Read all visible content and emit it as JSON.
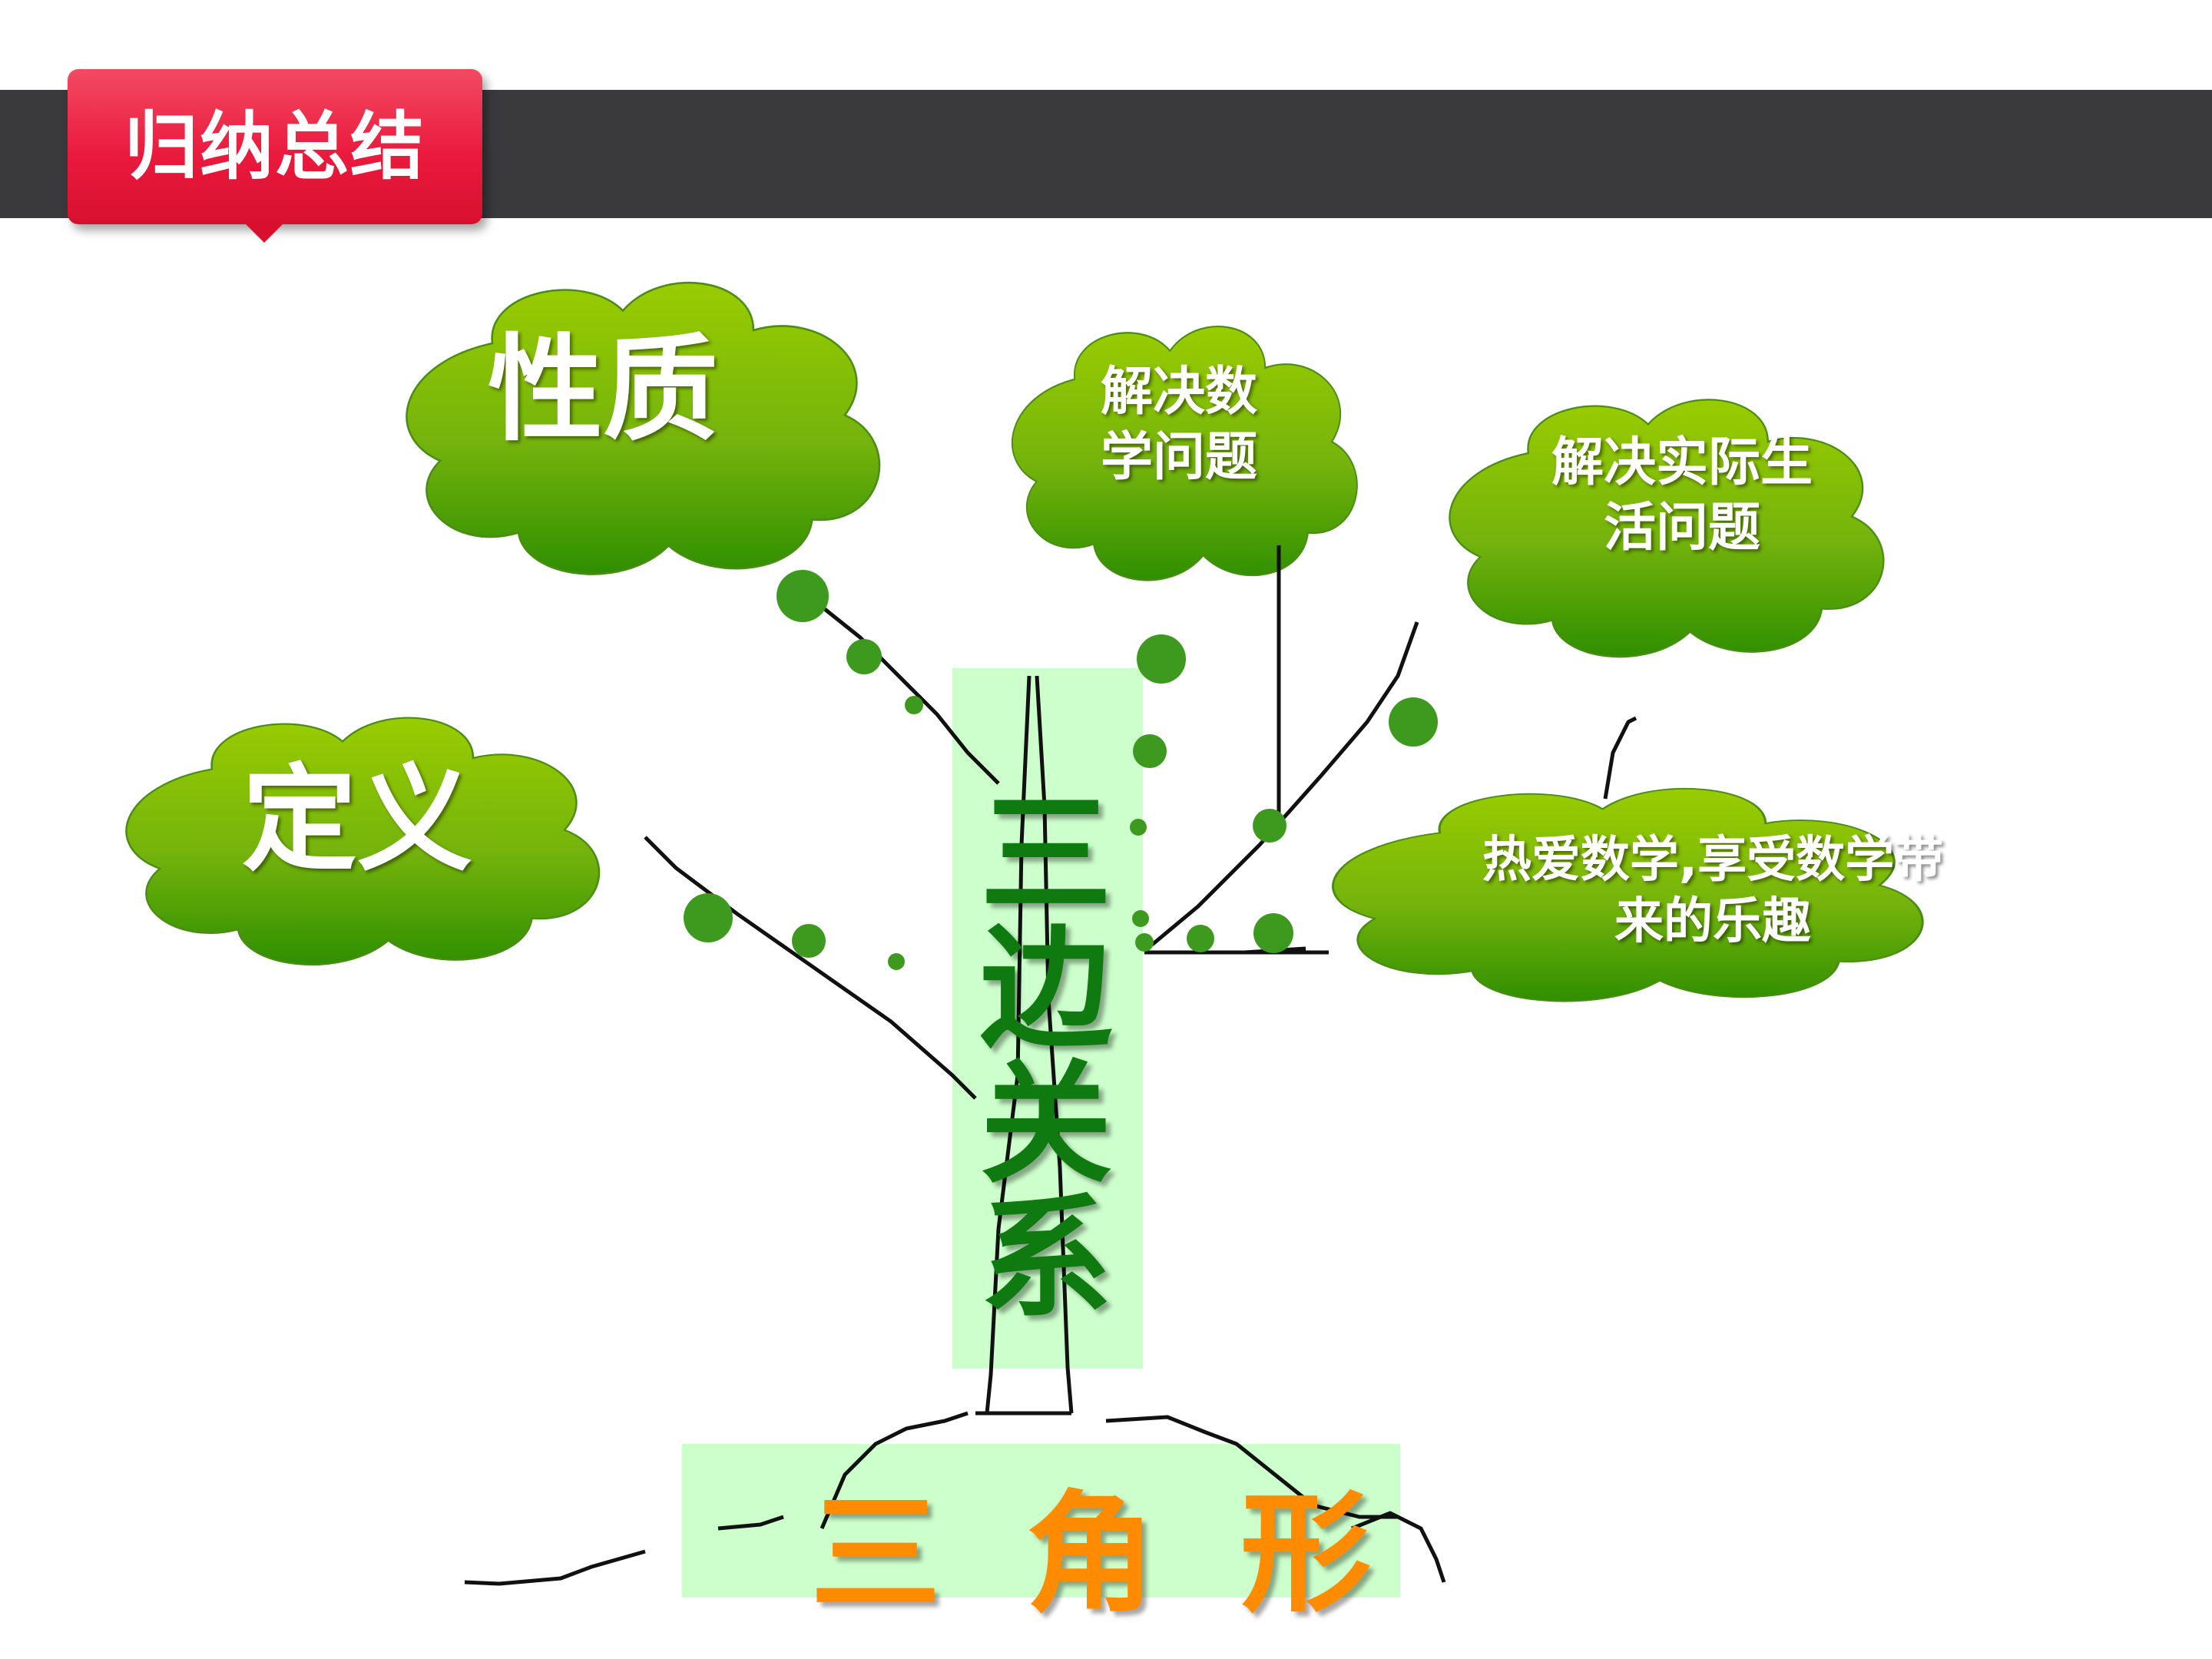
{
  "header": {
    "title": "归纳总结"
  },
  "clouds": {
    "properties": "性质",
    "definition": "定义",
    "math_problems": [
      "解决数",
      "学问题"
    ],
    "real_life_problems": [
      "解决实际生",
      "活问题"
    ],
    "love_math": [
      "热爱数学,享受数学带",
      "来的乐趣"
    ]
  },
  "trunk": {
    "label": "三边关系"
  },
  "root": {
    "label": "三角形"
  },
  "colors": {
    "header_bar": "#3a3a3c",
    "title_tag": "#ea1a3d",
    "cloud_top": "#99cc00",
    "cloud_bottom": "#339900",
    "box_fill": "#ccffcc",
    "trunk_text": "#0f7a0f",
    "root_text": "#ff8c00",
    "leaf_dot": "#3d9a1e"
  }
}
